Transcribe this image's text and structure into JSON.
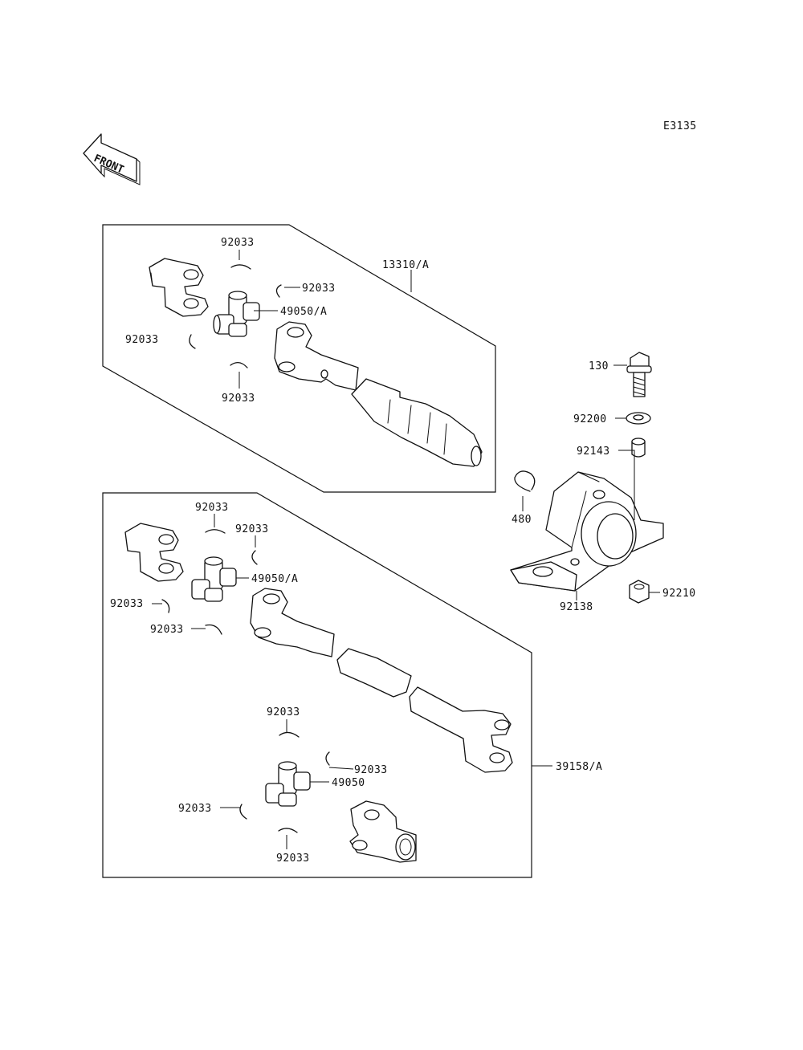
{
  "diagram_code": "E3135",
  "front_label": "FRONT",
  "callouts": {
    "assembly_upper": "13310/A",
    "assembly_lower": "39158/A",
    "upper_clip_top": "92033",
    "upper_clip_right": "92033",
    "upper_clip_left": "92033",
    "upper_clip_bottom": "92033",
    "upper_spider": "49050/A",
    "lower_clip_a": "92033",
    "lower_clip_b": "92033",
    "lower_spider_a": "49050/A",
    "lower_clip_c": "92033",
    "lower_clip_d": "92033",
    "lower_clip_e": "92033",
    "lower_clip_f": "92033",
    "lower_spider_b": "49050",
    "lower_clip_g": "92033",
    "lower_clip_h": "92033",
    "bolt": "130",
    "washer": "92200",
    "collar": "92143",
    "circlip": "480",
    "bearing_housing": "92138",
    "nut": "92210"
  }
}
